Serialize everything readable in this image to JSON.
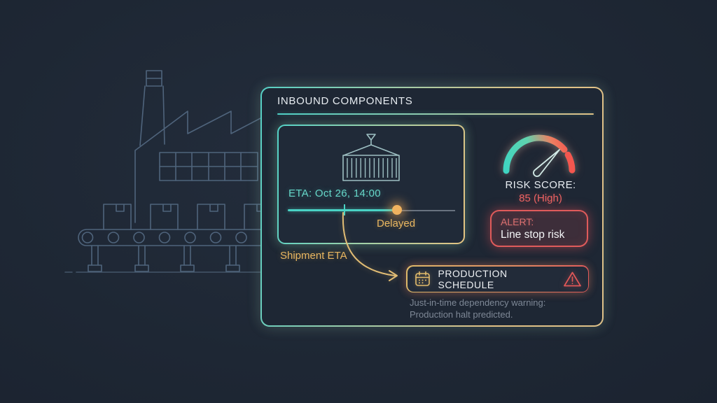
{
  "scene": {
    "background_color": "#1f2836",
    "factory_line_color": "#4f647c"
  },
  "panel": {
    "title": "INBOUND COMPONENTS",
    "accent_teal": "#4fd0c6",
    "accent_amber": "#e2c185",
    "accent_red": "#e05b5b"
  },
  "shipment_card": {
    "icon": "shipping-container-icon",
    "eta": "ETA: Oct 26, 14:00",
    "status": "Delayed",
    "caption": "Shipment ETA",
    "timeline": {
      "progress_color": "#49d2c5",
      "remaining_color": "#68727f",
      "marker_color": "#f1b35f",
      "original_eta_tick_fraction": 0.33,
      "delayed_marker_fraction": 0.65
    }
  },
  "risk": {
    "label": "RISK SCORE:",
    "value": "85 (High)",
    "score": 85,
    "level": "High",
    "gauge": {
      "type": "semicircle-gauge",
      "low_color": "#3fd4c1",
      "high_color": "#f3574f",
      "needle_position_fraction": 0.78
    }
  },
  "alert": {
    "heading": "ALERT:",
    "message": "Line stop risk"
  },
  "production": {
    "icon": "calendar-icon",
    "label": "PRODUCTION SCHEDULE",
    "warning_icon": "warning-triangle-icon",
    "note_line1": "Just-in-time dependency warning:",
    "note_line2": "Production halt predicted."
  }
}
